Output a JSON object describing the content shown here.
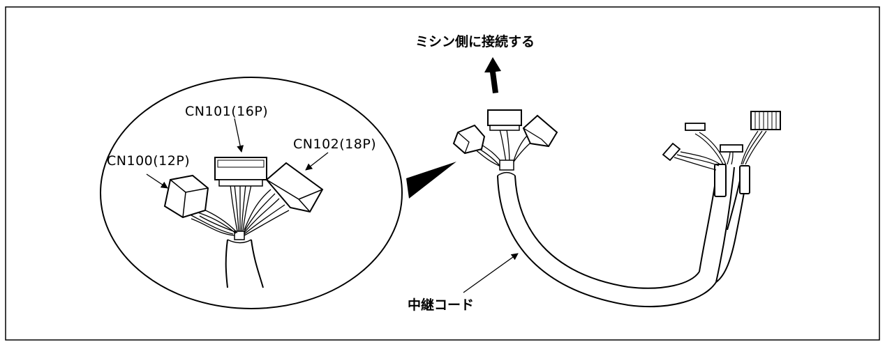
{
  "labels": {
    "cn100": "CN100(12P)",
    "cn101": "CN101(16P)",
    "cn102": "CN102(18P)",
    "connect_to_machine": "ミシン側に接続する",
    "relay_cord": "中継コード"
  }
}
